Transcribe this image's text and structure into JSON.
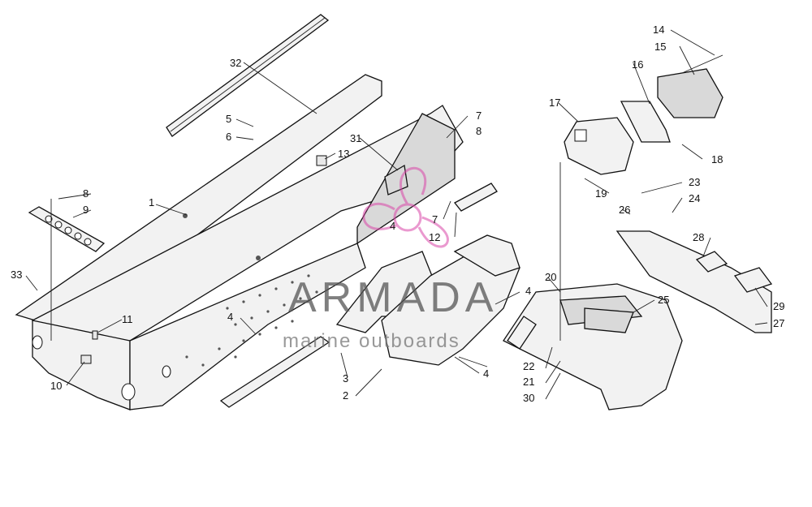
{
  "watermark": {
    "title": "ARMADA",
    "subtitle": "marine outboards",
    "logo_color": "#d946a8"
  },
  "labels": [
    "1",
    "2",
    "3",
    "4",
    "4",
    "4",
    "4",
    "5",
    "6",
    "7",
    "7",
    "8",
    "8",
    "9",
    "10",
    "11",
    "12",
    "13",
    "14",
    "15",
    "16",
    "17",
    "18",
    "19",
    "20",
    "21",
    "22",
    "23",
    "24",
    "25",
    "26",
    "27",
    "28",
    "29",
    "30",
    "31",
    "32",
    "33"
  ]
}
